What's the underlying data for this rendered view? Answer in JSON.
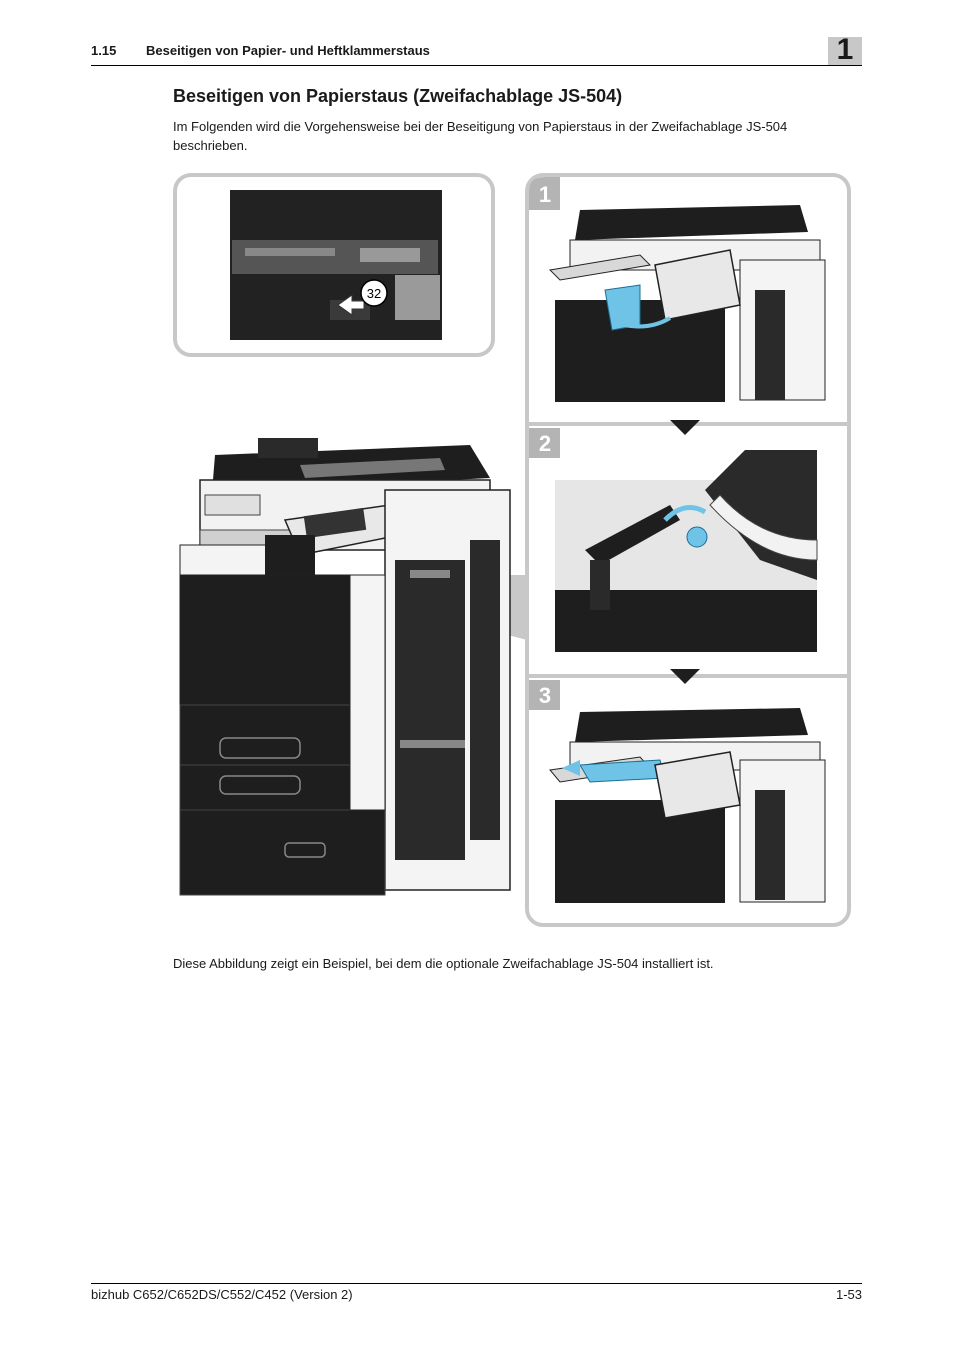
{
  "header": {
    "section_number": "1.15",
    "section_title": "Beseitigen von Papier- und Heftklammerstaus",
    "chapter": "1"
  },
  "content": {
    "title": "Beseitigen von Papierstaus (Zweifachablage JS-504)",
    "intro": "Im Folgenden wird die Vorgehensweise bei der Beseitigung von Papierstaus in der Zweifachablage JS-504 beschrieben.",
    "caption": "Diese Abbildung zeigt ein Beispiel, bei dem die optionale Zweifachablage JS-504 installiert ist."
  },
  "figure": {
    "callout_number": "32",
    "steps": [
      "1",
      "2",
      "3"
    ],
    "colors": {
      "frame": "#c8c8c8",
      "step_badge": "#b4b4b4",
      "highlight": "#6fc3e6",
      "machine": "#1e1e1e"
    }
  },
  "footer": {
    "model": "bizhub C652/C652DS/C552/C452 (Version 2)",
    "page": "1-53"
  }
}
